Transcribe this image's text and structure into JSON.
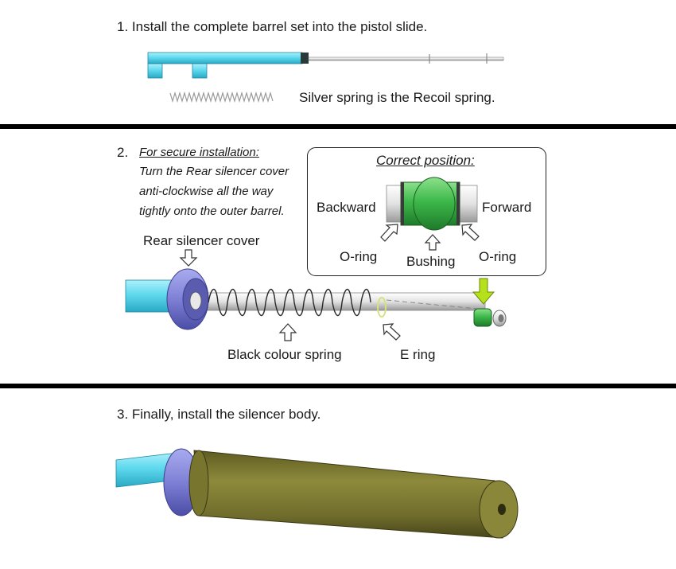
{
  "step1": {
    "text": "1. Install the complete barrel set into the pistol slide.",
    "spring_note": "Silver spring is the Recoil spring."
  },
  "step2": {
    "number": "2.",
    "heading": "For secure installation:",
    "lines": [
      "Turn the Rear silencer cover",
      "anti-clockwise all the way",
      "tightly onto the outer barrel."
    ],
    "labels": {
      "rear_cover": "Rear silencer cover",
      "black_spring": "Black colour spring",
      "e_ring": "E ring"
    },
    "inset": {
      "title": "Correct position:",
      "backward": "Backward",
      "forward": "Forward",
      "oring_left": "O-ring",
      "bushing": "Bushing",
      "oring_right": "O-ring"
    }
  },
  "step3": {
    "text": "3.  Finally, install the silencer body."
  },
  "colors": {
    "barrel_cyan": "#5fd9ee",
    "cover_blue": "#7e80d6",
    "bushing_green": "#3db94a",
    "arrow_yellow": "#b4e01c",
    "silencer_olive": "#8d8a3c"
  }
}
